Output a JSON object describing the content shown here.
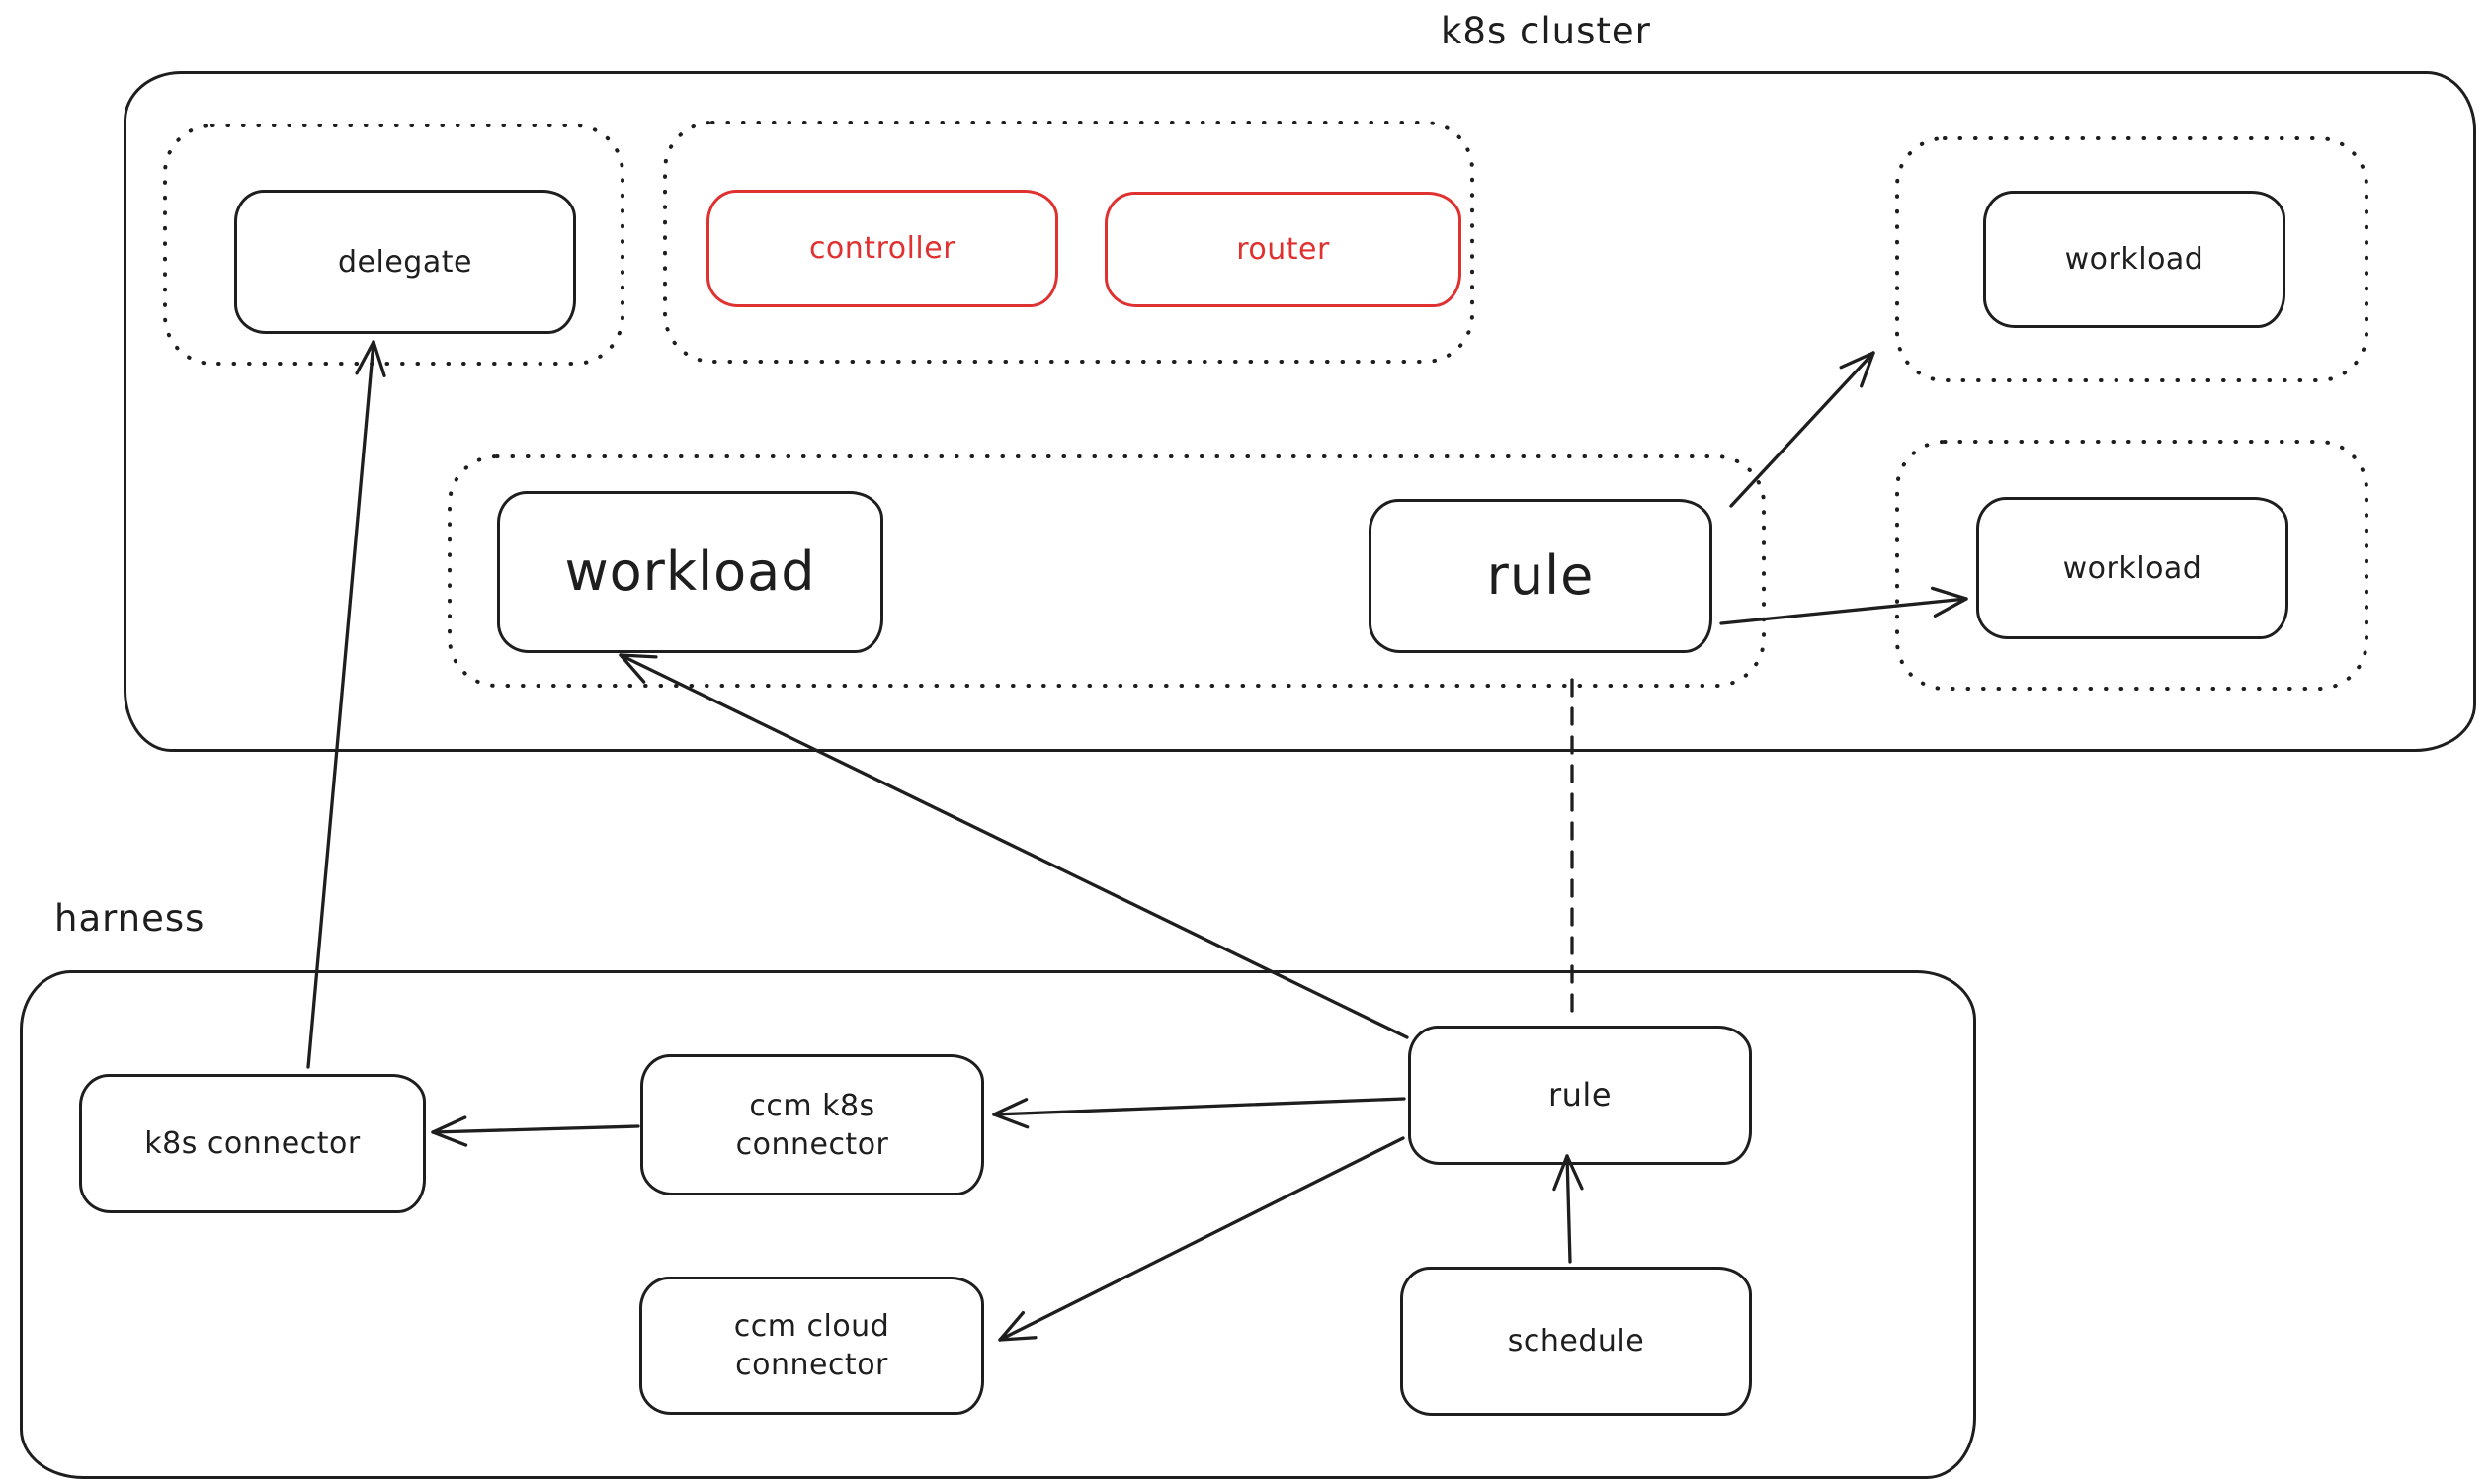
{
  "colors": {
    "stroke": "#1e1e1e",
    "accent": "#e03131",
    "background": "#ffffff"
  },
  "k8s_cluster": {
    "label": "k8s cluster"
  },
  "harness": {
    "label": "harness"
  },
  "nodes": {
    "delegate": "delegate",
    "controller": "controller",
    "router": "router",
    "workload_main": "workload",
    "rule_cluster": "rule",
    "workload_top_right": "workload",
    "workload_mid_right": "workload",
    "k8s_connector": "k8s connector",
    "ccm_k8s_connector": "ccm k8s connector",
    "ccm_cloud_connector": "ccm cloud connector",
    "rule_harness": "rule",
    "schedule": "schedule"
  },
  "edges": [
    {
      "name": "edge-k8s-connector-to-delegate",
      "from": "k8s_connector",
      "to": "delegate",
      "points": [
        [
          312,
          1080
        ],
        [
          378,
          346
        ]
      ],
      "style": "solid",
      "head": "end"
    },
    {
      "name": "edge-rule-harness-to-workload-main",
      "from": "rule_harness",
      "to": "workload_main",
      "points": [
        [
          1424,
          1050
        ],
        [
          628,
          663
        ]
      ],
      "style": "solid",
      "head": "end"
    },
    {
      "name": "edge-rule-harness-to-ccm-k8s-connector",
      "from": "rule_harness",
      "to": "ccm_k8s_connector",
      "points": [
        [
          1421,
          1112
        ],
        [
          1006,
          1128
        ]
      ],
      "style": "solid",
      "head": "end"
    },
    {
      "name": "edge-rule-harness-to-ccm-cloud-connector",
      "from": "rule_harness",
      "to": "ccm_cloud_connector",
      "points": [
        [
          1420,
          1152
        ],
        [
          1012,
          1356
        ]
      ],
      "style": "solid",
      "head": "end"
    },
    {
      "name": "edge-ccm-k8s-connector-to-k8s-connector",
      "from": "ccm_k8s_connector",
      "to": "k8s_connector",
      "points": [
        [
          646,
          1140
        ],
        [
          438,
          1146
        ]
      ],
      "style": "solid",
      "head": "end"
    },
    {
      "name": "edge-schedule-to-rule-harness",
      "from": "schedule",
      "to": "rule_harness",
      "points": [
        [
          1589,
          1277
        ],
        [
          1586,
          1170
        ]
      ],
      "style": "solid",
      "head": "end"
    },
    {
      "name": "edge-rule-cluster-to-rule-harness",
      "from": "rule_cluster",
      "to": "rule_harness",
      "points": [
        [
          1591,
          688
        ],
        [
          1591,
          1035
        ]
      ],
      "style": "dashed",
      "head": "none"
    },
    {
      "name": "edge-rule-cluster-to-workload-top-right",
      "from": "rule_cluster",
      "to": "workload_top_right",
      "points": [
        [
          1752,
          512
        ],
        [
          1896,
          357
        ]
      ],
      "style": "solid",
      "head": "end"
    },
    {
      "name": "edge-rule-cluster-to-workload-mid-right",
      "from": "rule_cluster",
      "to": "workload_mid_right",
      "points": [
        [
          1742,
          631
        ],
        [
          1990,
          606
        ]
      ],
      "style": "solid",
      "head": "end"
    }
  ]
}
